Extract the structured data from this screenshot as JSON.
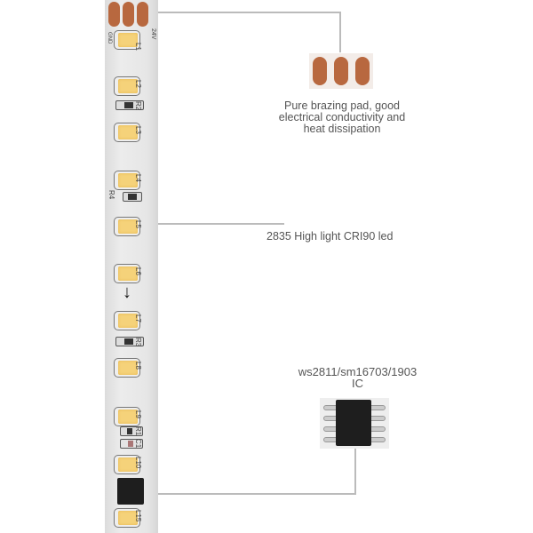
{
  "strip": {
    "voltage_label": "24V",
    "gnd_label": "GND",
    "led_labels": [
      "L1",
      "L2",
      "L3",
      "L4",
      "L5",
      "L6",
      "L7",
      "L8",
      "L9",
      "L10",
      "L15"
    ],
    "resistor_labels": [
      "R2",
      "R4",
      "R3",
      "R1",
      "C1"
    ]
  },
  "callouts": {
    "pad": {
      "text_lines": [
        "Pure brazing pad, good",
        "electrical conductivity and",
        "heat dissipation"
      ]
    },
    "led": {
      "text": "2835 High light CRI90 led"
    },
    "ic": {
      "text_lines": [
        "ws2811/sm16703/1903",
        "IC"
      ]
    }
  },
  "colors": {
    "pad": "#b8683f",
    "led": "#f5d27a",
    "line": "#bbbbbb",
    "text": "#555555"
  }
}
